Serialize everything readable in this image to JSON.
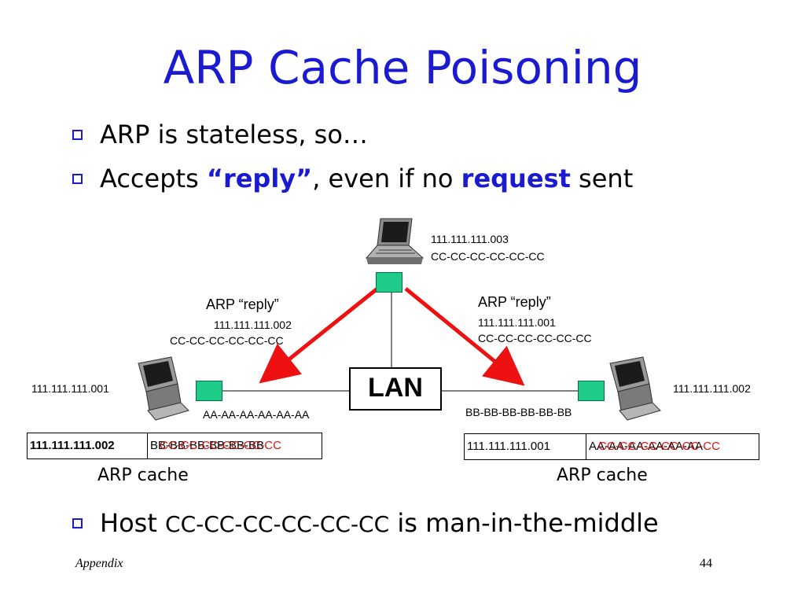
{
  "title": "ARP Cache Poisoning",
  "bullets": {
    "b1": "ARP is stateless, so…",
    "b2_pre": "Accepts ",
    "b2_reply": "“reply”",
    "b2_mid": ", even if no ",
    "b2_request": "request",
    "b2_post": " sent",
    "b3_pre": "Host ",
    "b3_mac": "CC-CC-CC-CC-CC-CC",
    "b3_post": " is man-in-the-middle"
  },
  "hosts": {
    "top": {
      "ip": "111.111.111.003",
      "mac": "CC-CC-CC-CC-CC-CC"
    },
    "left": {
      "ip": "111.111.111.001",
      "mac": "AA-AA-AA-AA-AA-AA"
    },
    "right": {
      "ip": "111.111.111.002",
      "mac": "BB-BB-BB-BB-BB-BB"
    }
  },
  "replies": {
    "left": {
      "label": "ARP “reply”",
      "ip": "111.111.111.002",
      "mac": "CC-CC-CC-CC-CC-CC"
    },
    "right": {
      "label": "ARP “reply”",
      "ip": "111.111.111.001",
      "mac": "CC-CC-CC-CC-CC-CC"
    }
  },
  "lan": "LAN",
  "caches": {
    "left": {
      "label": "ARP cache",
      "ip": "111.111.111.002",
      "old_mac": "BB-BB-BB-BB-BB-BB",
      "new_mac": "CC-CC-CC-CC-CC-CC"
    },
    "right": {
      "label": "ARP cache",
      "ip": "111.111.111.001",
      "old_mac": "AA-AA-AA-AA-AA-AA",
      "new_mac": "CC-CC-CC-CC-CC-CC"
    }
  },
  "footer": {
    "left": "Appendix",
    "page": "44"
  },
  "colors": {
    "title": "#1a1ad0",
    "arrow": "#ee1111",
    "switch": "#1ecc8a",
    "poison": "#dd1111"
  }
}
